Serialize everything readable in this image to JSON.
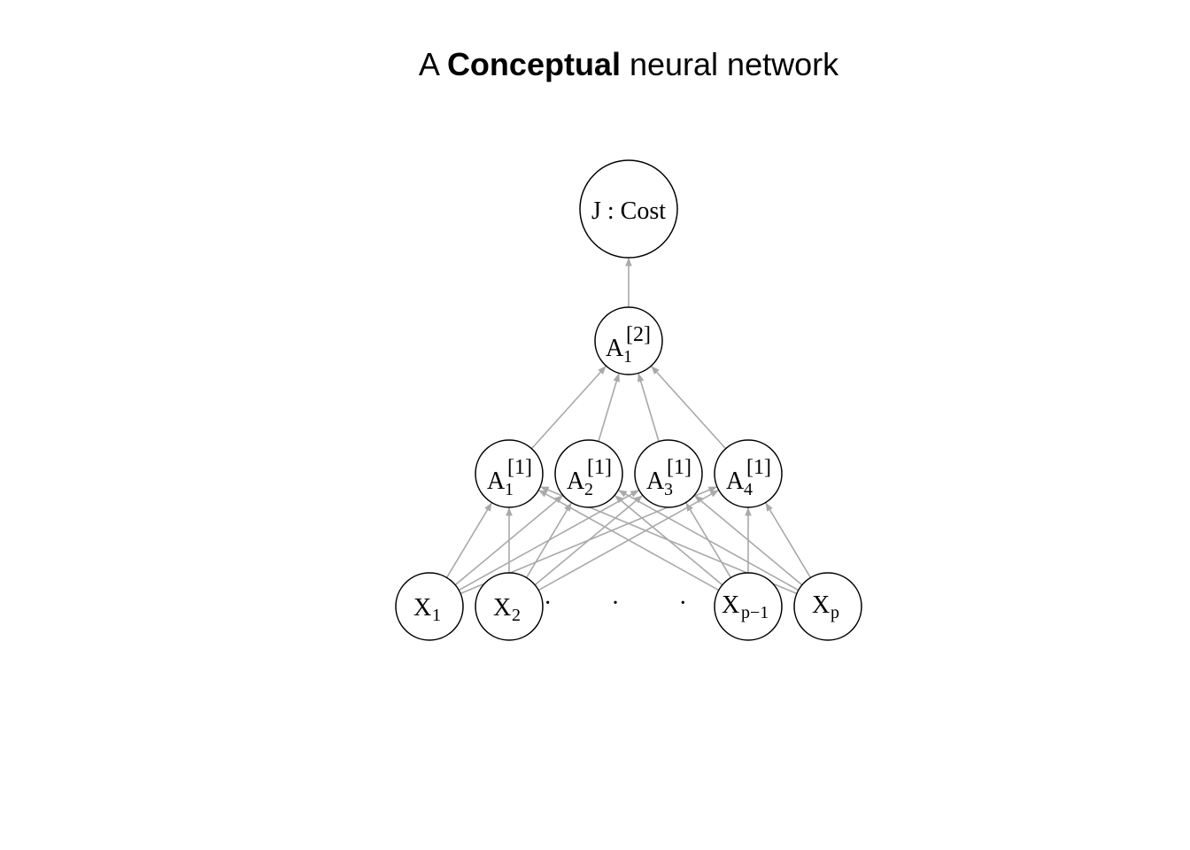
{
  "title": {
    "prefix": "A",
    "bold": "Conceptual",
    "suffix": "neural network"
  },
  "nodes": {
    "output": {
      "main": "J : Cost"
    },
    "layer2": [
      {
        "base": "A",
        "sub": "1",
        "sup": "[2]"
      }
    ],
    "layer1": [
      {
        "base": "A",
        "sub": "1",
        "sup": "[1]"
      },
      {
        "base": "A",
        "sub": "2",
        "sup": "[1]"
      },
      {
        "base": "A",
        "sub": "3",
        "sup": "[1]"
      },
      {
        "base": "A",
        "sub": "4",
        "sup": "[1]"
      }
    ],
    "inputs": [
      {
        "base": "X",
        "sub": "1"
      },
      {
        "base": "X",
        "sub": "2"
      },
      {
        "base": "X",
        "sub": "p−1"
      },
      {
        "base": "X",
        "sub": "p"
      }
    ],
    "ellipsis": "· · ·"
  },
  "colors": {
    "edge": "#a9a9a9",
    "node_stroke": "#000000"
  }
}
